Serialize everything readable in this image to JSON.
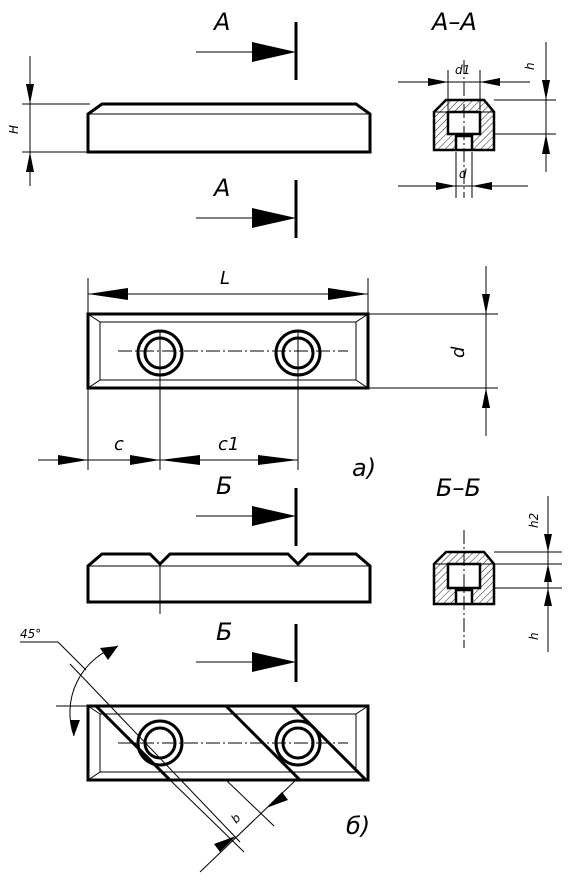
{
  "section_labels": {
    "A_top": "А",
    "A_bottom": "А",
    "AA": "А–А",
    "B_top": "Б",
    "B_bottom": "Б",
    "BB": "Б–Б"
  },
  "dimensions": {
    "H": "H",
    "d1": "d1",
    "h_aa": "h",
    "d_aa": "d",
    "L": "L",
    "d_plan": "d",
    "c": "c",
    "c1": "c1",
    "h2": "h2",
    "h_bb": "h",
    "b": "b",
    "angle": "45°"
  },
  "variants": {
    "a": "а)",
    "b": "б)"
  }
}
